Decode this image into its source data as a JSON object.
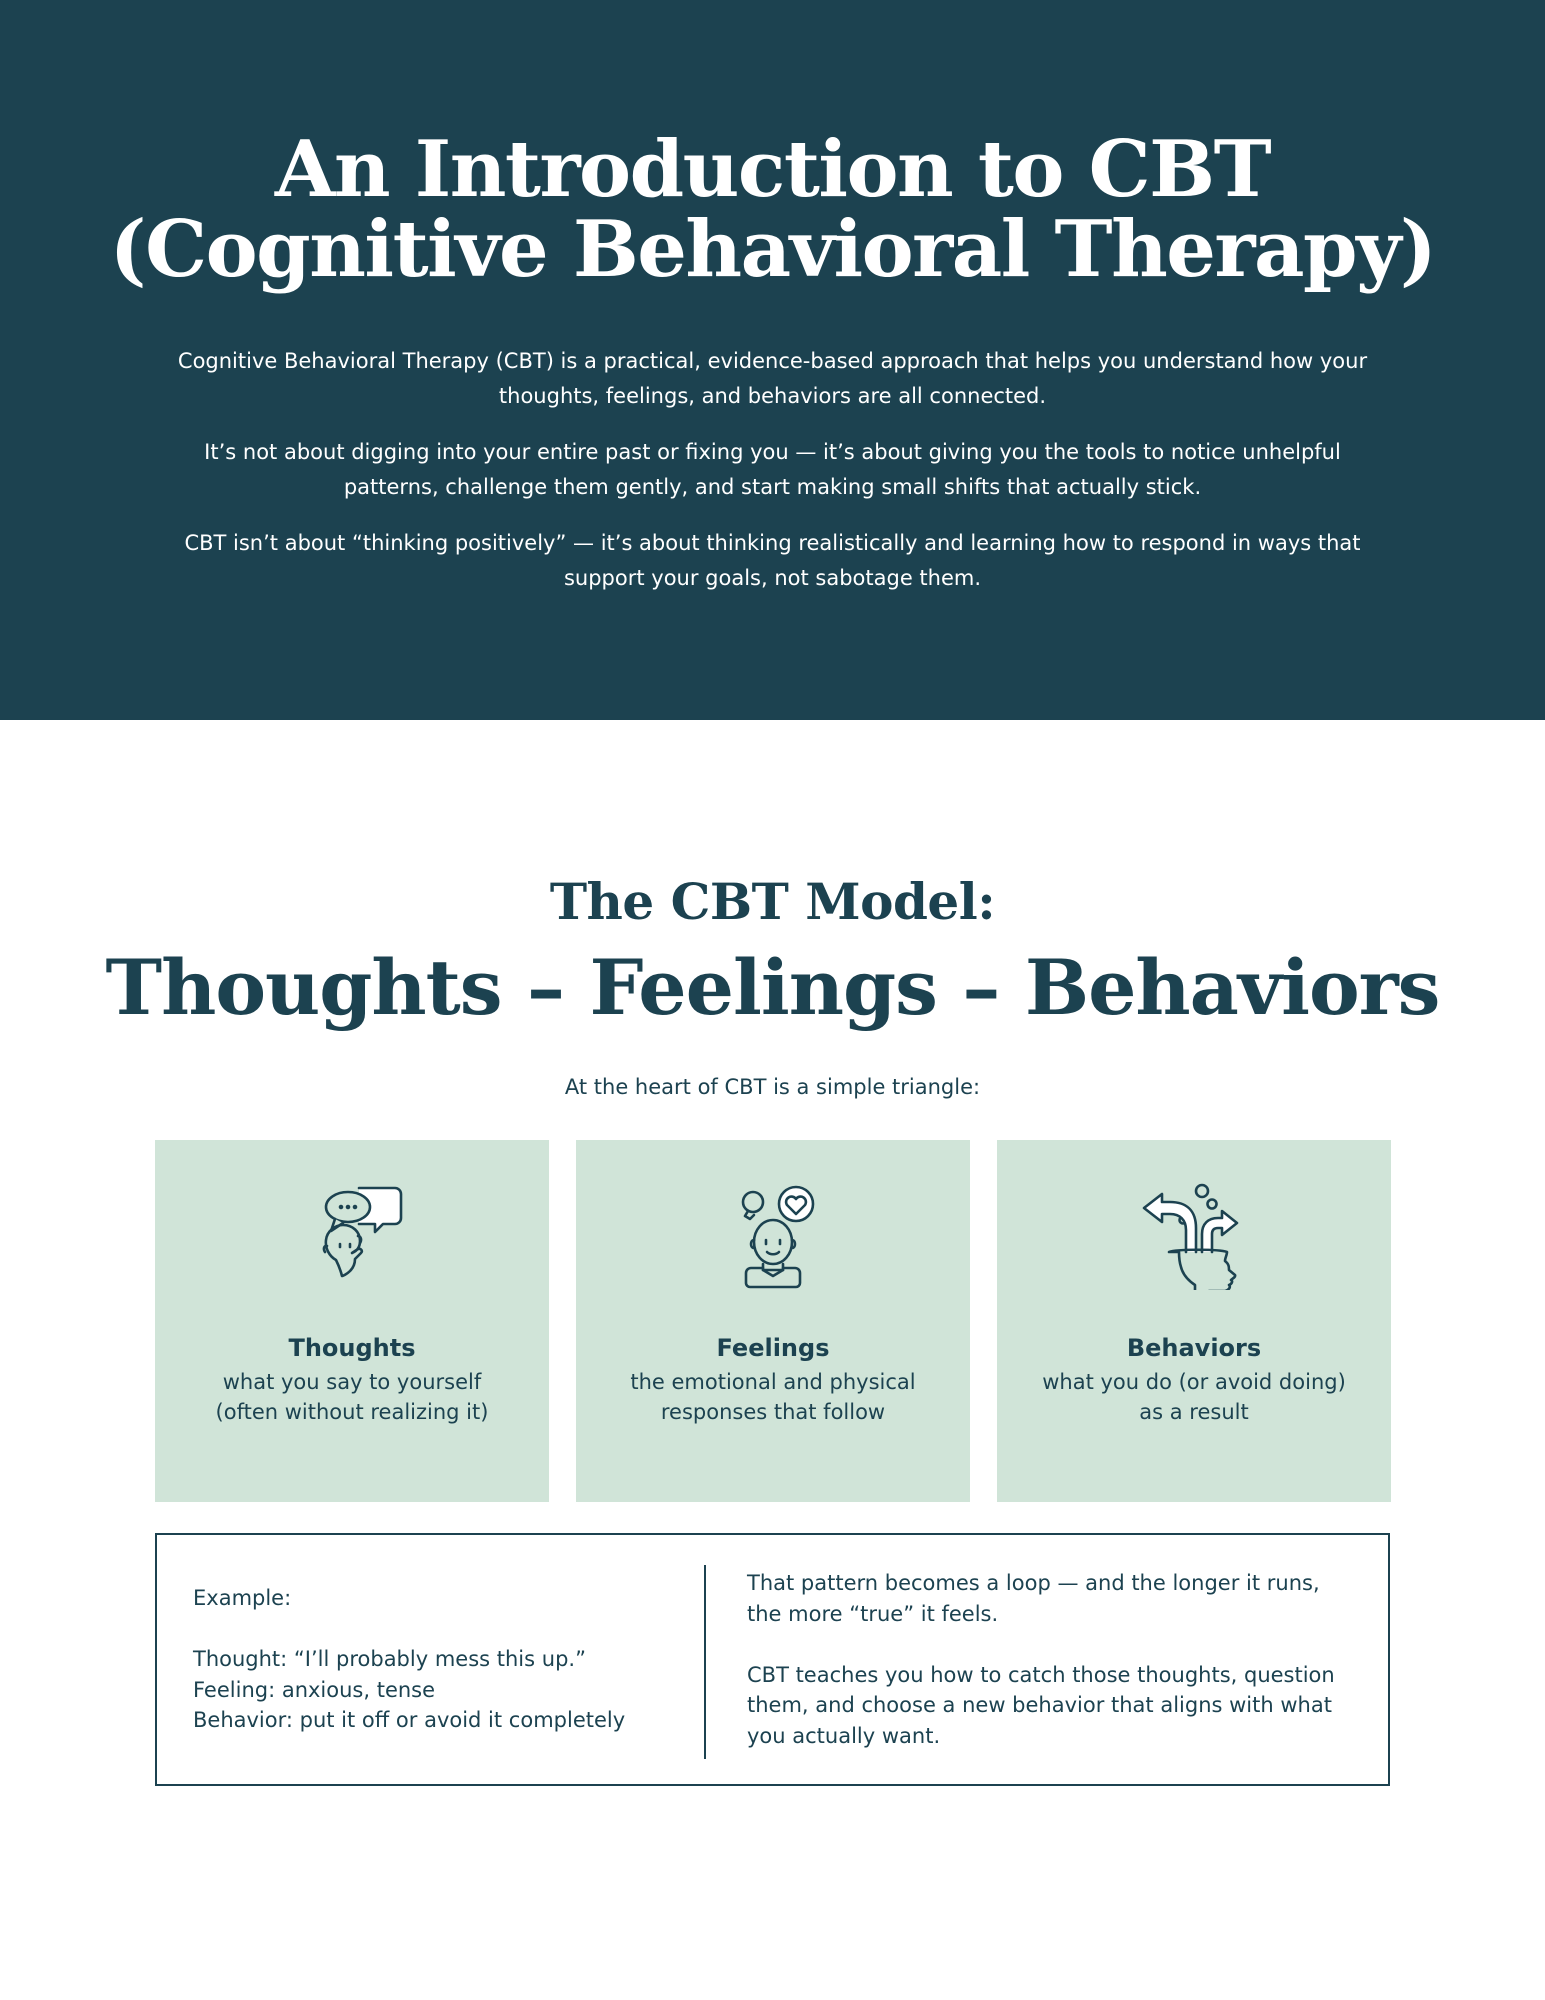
{
  "hero": {
    "title_line1": "An Introduction to CBT",
    "title_line2": "(Cognitive Behavioral Therapy)",
    "paragraphs": [
      "Cognitive Behavioral Therapy (CBT) is a practical, evidence-based approach that helps you understand how your thoughts, feelings, and behaviors are all connected.",
      "It’s not about digging into your entire past or fixing you — it’s about giving you the tools to notice unhelpful patterns, challenge them gently, and start making small shifts that actually stick.",
      "CBT isn’t about “thinking positively” — it’s about thinking realistically and learning how to respond in ways that support your goals, not sabotage them."
    ]
  },
  "model": {
    "subtitle": "The CBT Model:",
    "title": "Thoughts – Feelings – Behaviors",
    "intro": "At the heart of CBT is a simple triangle:",
    "cards": [
      {
        "icon": "thinking-person-speech-bubbles-icon",
        "title": "Thoughts",
        "description": "what you say to yourself (often without realizing it)"
      },
      {
        "icon": "person-heart-lightbulb-icon",
        "title": "Feelings",
        "description": "the emotional and physical responses that follow"
      },
      {
        "icon": "head-arrows-choices-icon",
        "title": "Behaviors",
        "description": "what you do (or avoid doing) as a result"
      }
    ]
  },
  "example": {
    "label": "Example:",
    "thought": "Thought: “I’ll probably mess this up.”",
    "feeling": "Feeling: anxious, tense",
    "behavior": "Behavior: put it off or avoid it completely",
    "loop_text": "That pattern becomes a loop — and the longer it runs, the more “true” it feels.",
    "cbt_text": "CBT teaches you how to catch those thoughts, question them, and choose a new behavior that aligns with what you actually want."
  },
  "colors": {
    "primary": "#1c4250",
    "card_bg": "#d0e4d8",
    "background": "#ffffff"
  }
}
